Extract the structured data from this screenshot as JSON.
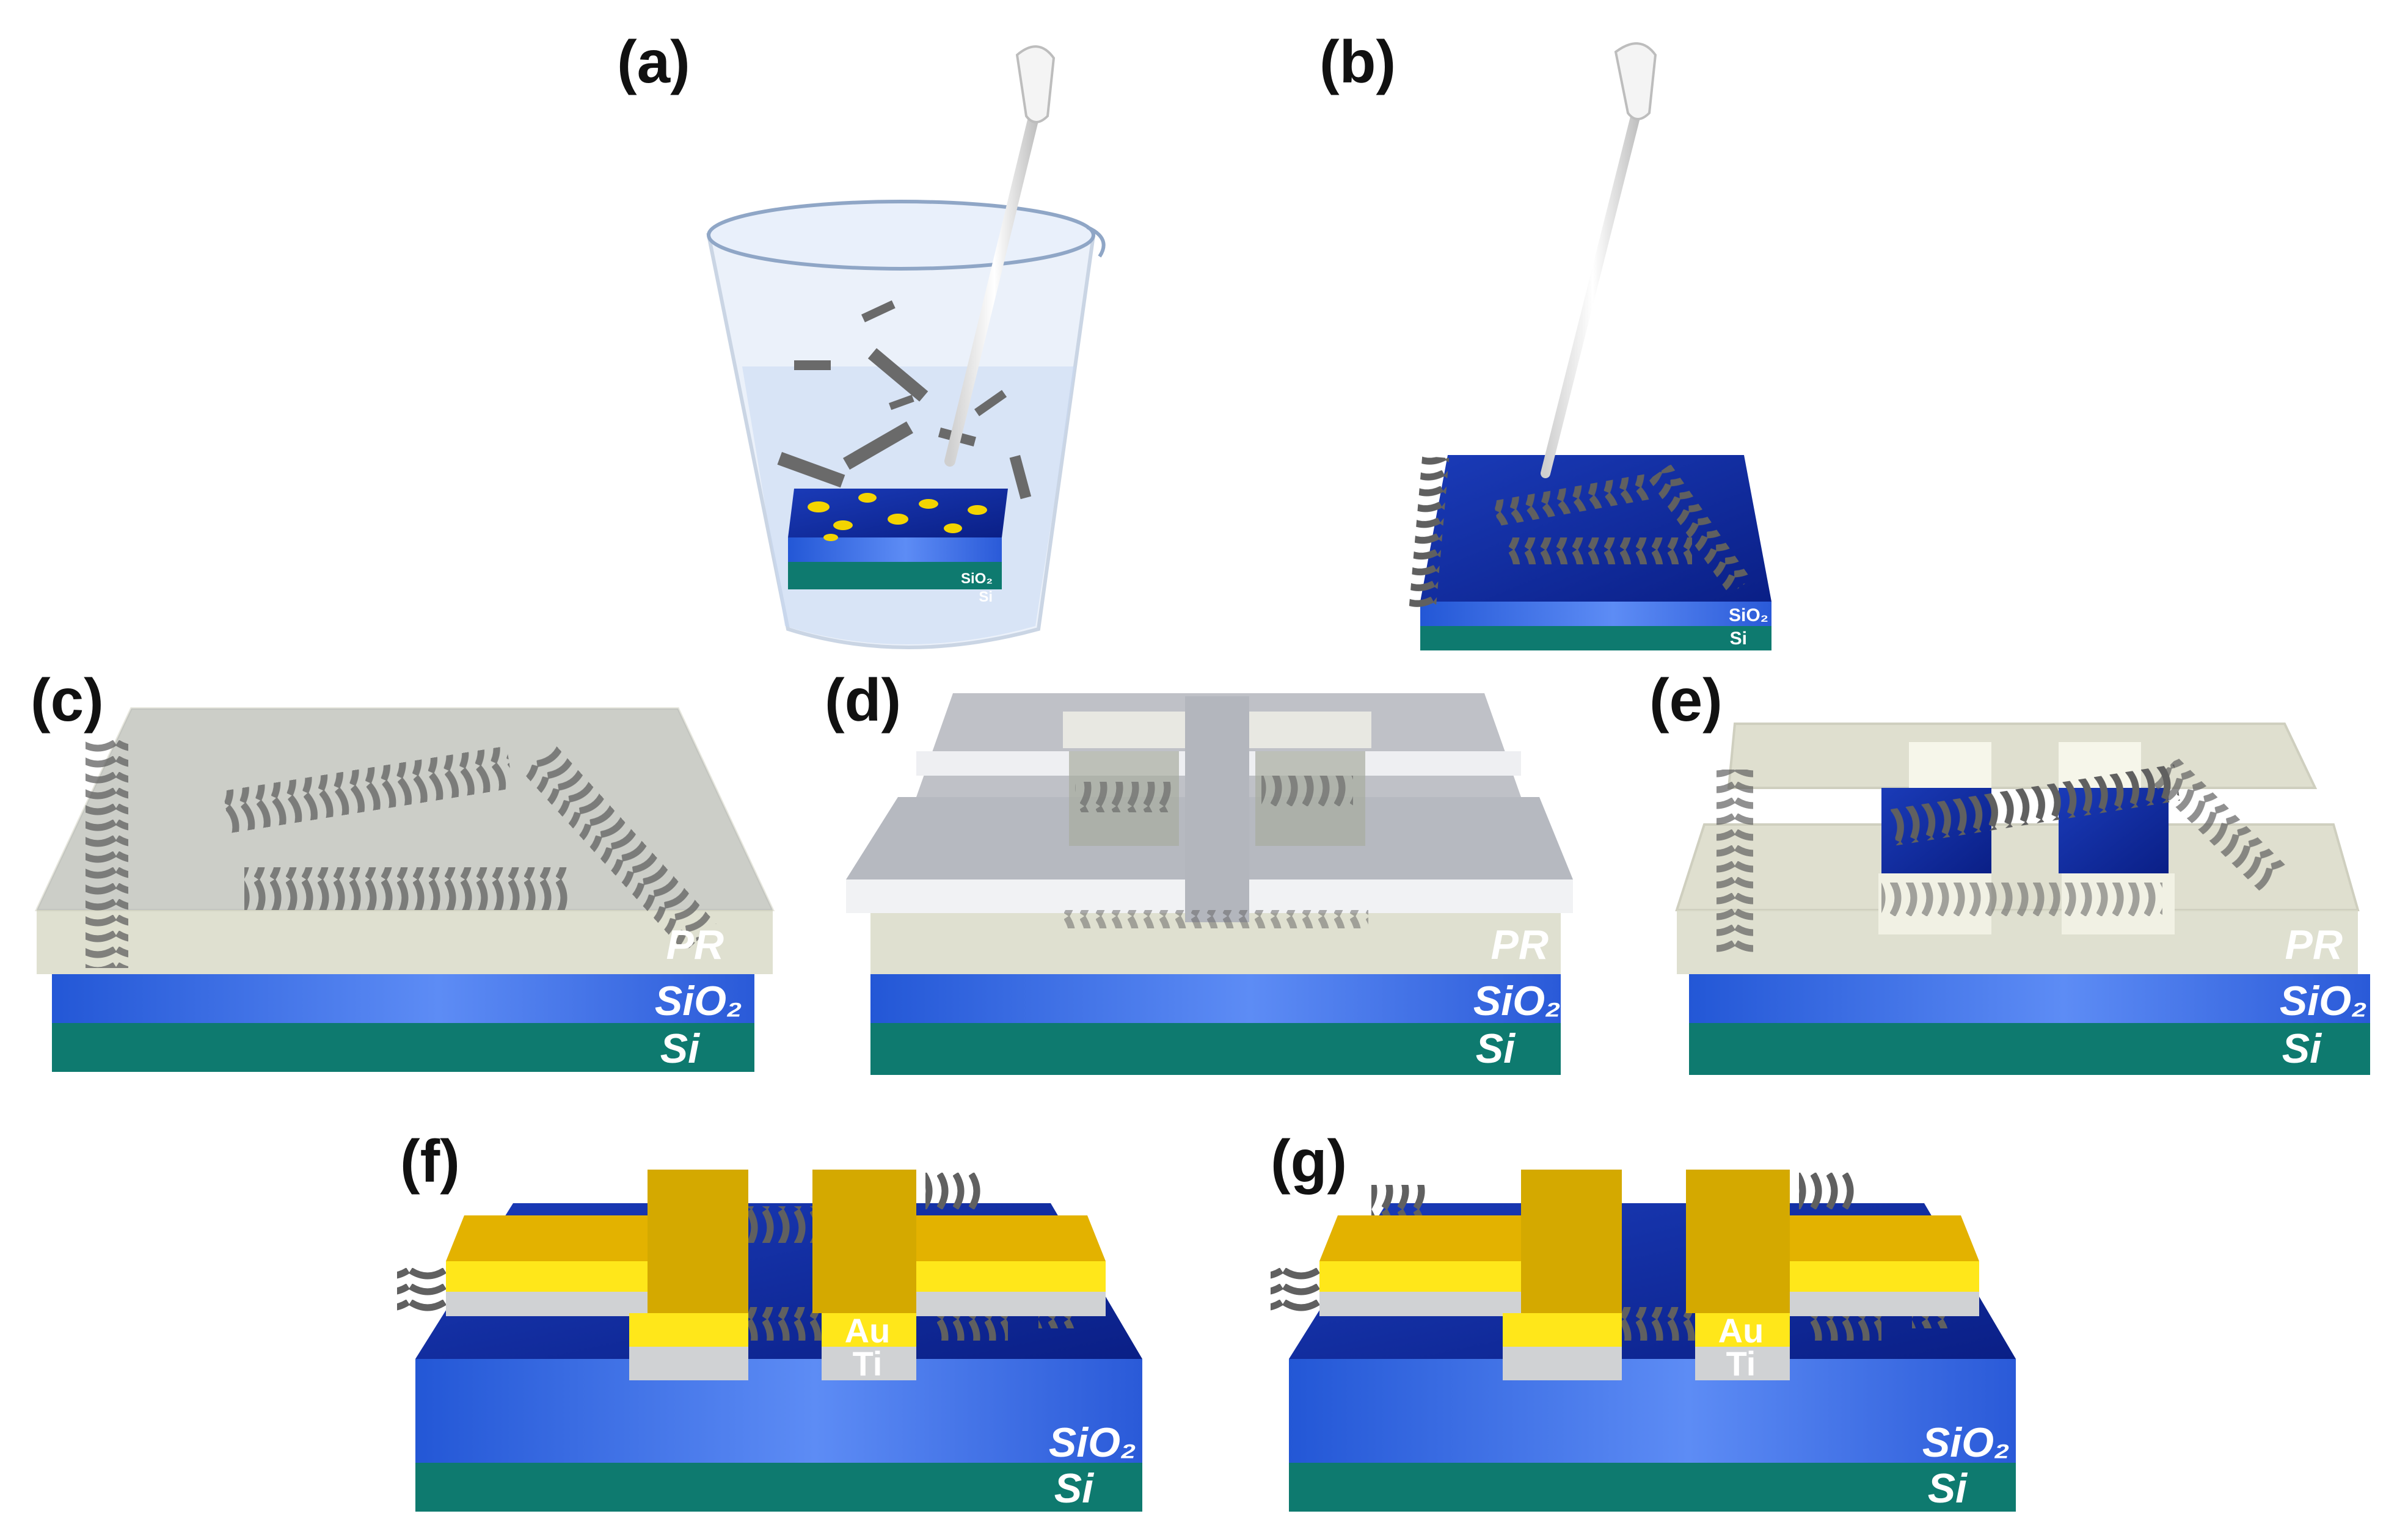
{
  "colors": {
    "si": "#0e7a6f",
    "sio2": "#2f66e2",
    "sio2_dark": "#0f2ea8",
    "pr": "#dcdcc6",
    "mask": "#b9bcc4",
    "au": "#e8b800",
    "au_light": "#ffe71a",
    "ti": "#d0d2d4",
    "wire": "#555555"
  },
  "panels": {
    "a": {
      "label": "(a)",
      "sio2": "SiO₂",
      "si": "Si"
    },
    "b": {
      "label": "(b)",
      "sio2": "SiO₂",
      "si": "Si"
    },
    "c": {
      "label": "(c)",
      "pr": "PR",
      "sio2": "SiO₂",
      "si": "Si"
    },
    "d": {
      "label": "(d)",
      "pr": "PR",
      "sio2": "SiO₂",
      "si": "Si"
    },
    "e": {
      "label": "(e)",
      "pr": "PR",
      "sio2": "SiO₂",
      "si": "Si"
    },
    "f": {
      "label": "(f)",
      "au": "Au",
      "ti": "Ti",
      "sio2": "SiO₂",
      "si": "Si"
    },
    "g": {
      "label": "(g)",
      "au": "Au",
      "ti": "Ti",
      "sio2": "SiO₂",
      "si": "Si"
    }
  }
}
